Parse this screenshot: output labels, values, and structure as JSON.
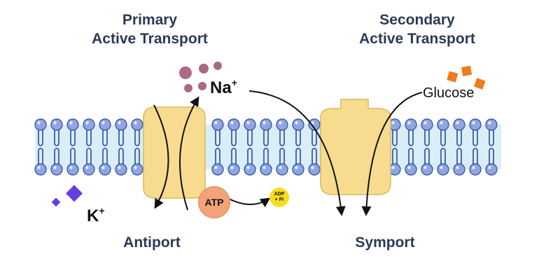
{
  "titles": {
    "primary_line1": "Primary",
    "primary_line2": "Active Transport",
    "secondary_line1": "Secondary",
    "secondary_line2": "Active Transport"
  },
  "labels": {
    "antiport": "Antiport",
    "symport": "Symport",
    "sodium": "Na",
    "sodium_charge": "+",
    "potassium": "K",
    "potassium_charge": "+",
    "glucose": "Glucose",
    "atp": "ATP",
    "adp_line1": "ADP",
    "adp_line2": "+ Pi"
  },
  "colors": {
    "title_text": "#2b3a55",
    "phospholipid_head": "#8fa6e0",
    "phospholipid_tail": "#2b4aa0",
    "membrane_band": "#d9eef7",
    "protein": "#f7dc8f",
    "protein_border": "#d8b95a",
    "sodium_ion": "#a86a86",
    "potassium_ion": "#6a3ddc",
    "glucose": "#f07a1e",
    "atp": "#f4a27a",
    "adp": "#f7de1e"
  }
}
